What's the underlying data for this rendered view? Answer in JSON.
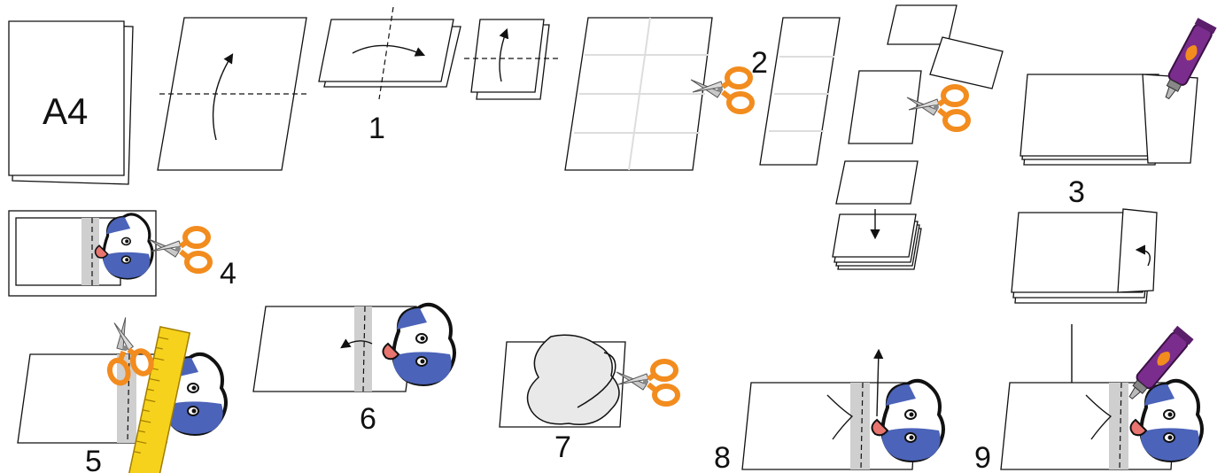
{
  "labels": {
    "paper_size": "A4",
    "step1": "1",
    "step2": "2",
    "step3": "3",
    "step4": "4",
    "step5": "5",
    "step6": "6",
    "step7": "7",
    "step8": "8",
    "step9": "9"
  },
  "colors": {
    "scissors_handle": "#f28c1e",
    "scissors_blade": "#b8b8b8",
    "glue_tube": "#7b2d8e",
    "ruler": "#f7d21c",
    "dog_blue": "#4b63b8",
    "dog_tongue": "#e8756f",
    "fold_strip": "#cfcfcf"
  },
  "icons": [
    "scissors-icon",
    "glue-tube-icon",
    "ruler-icon",
    "dog-mascot-icon",
    "arrow-icon"
  ]
}
